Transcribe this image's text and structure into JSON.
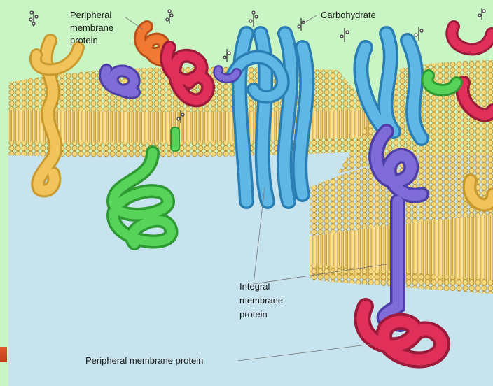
{
  "labels": {
    "peripheral_top": [
      "Peripheral",
      "membrane",
      "protein"
    ],
    "carbohydrate": "Carbohydrate",
    "integral": [
      "Integral",
      "membrane",
      "protein"
    ],
    "peripheral_bottom": "Peripheral membrane protein"
  },
  "colors": {
    "background": "#c9f5c4",
    "cytoplasm": "#c6e3ee",
    "lipid_head": "#f2d67a",
    "lipid_tail": "#c99a2e",
    "protein_blue": "#5fb7e6",
    "protein_purple": "#7f6cd8",
    "protein_red": "#e0305a",
    "protein_green": "#57d35a",
    "protein_orange": "#f07a34",
    "protein_yellow": "#f0c45a"
  },
  "icons": [
    "carbohydrate-chain-icon"
  ]
}
